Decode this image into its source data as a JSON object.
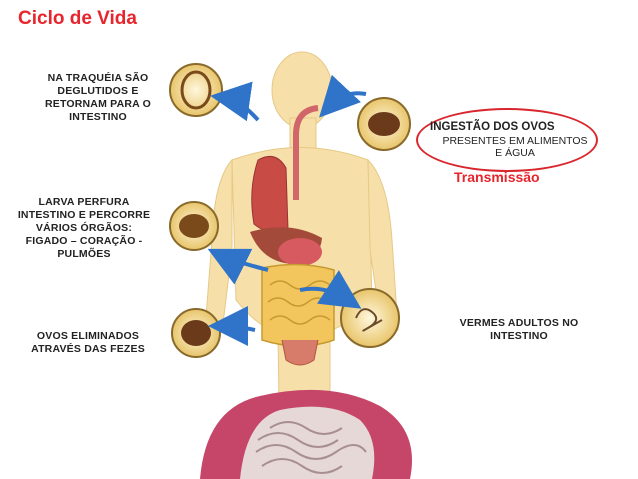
{
  "title": "Ciclo de Vida",
  "labels": {
    "traqueia": [
      "NA TRAQUÉIA SÃO",
      "DEGLUTIDOS E",
      "RETORNAM PARA O",
      "INTESTINO"
    ],
    "larva": [
      "LARVA PERFURA",
      "INTESTINO E PERCORRE",
      "VÁRIOS ÓRGÃOS:",
      "FIGADO – CORAÇÃO -",
      "PULMÕES"
    ],
    "ovos_eliminados": [
      "OVOS ELIMINADOS",
      "ATRAVÉS DAS FEZES"
    ],
    "vermes": [
      "VERMES ADULTOS NO",
      "INTESTINO"
    ],
    "ingestao_title": "INGESTÃO DOS OVOS",
    "ingestao_sub": [
      "PRESENTES EM ALIMENTOS",
      "E ÁGUA"
    ],
    "transmissao": "Transmissão"
  },
  "colors": {
    "title_red": "#e8242c",
    "arrow_blue": "#2f74c8",
    "skin": "#f6dfa8",
    "oval_red": "#d9262c"
  }
}
